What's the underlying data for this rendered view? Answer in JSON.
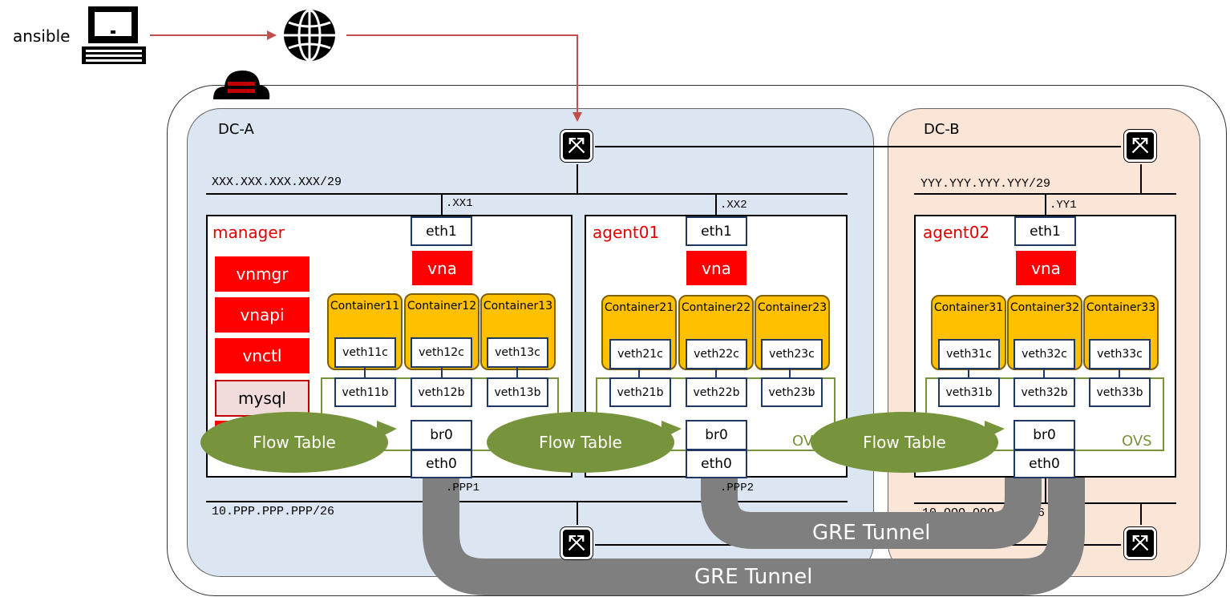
{
  "client": {
    "label": "ansible",
    "computer_icon": "computer-icon",
    "globe_icon": "globe-icon",
    "cloud_icon": "cloud-icon"
  },
  "dc_a": {
    "label": "DC-A",
    "public_net": "XXX.XXX.XXX.XXX/29",
    "private_net": "10.PPP.PPP.PPP/26",
    "hosts": {
      "manager": {
        "label": "manager",
        "eth1_addr": ".XX1",
        "eth0_addr": ".PPP1",
        "eth1": "eth1",
        "eth0": "eth0",
        "br0": "br0",
        "vna": "vna",
        "services": [
          "vnmgr",
          "vnapi",
          "vnctl",
          "mysql"
        ],
        "containers": [
          {
            "name": "Container11",
            "veth_c": "veth11c",
            "veth_b": "veth11b"
          },
          {
            "name": "Container12",
            "veth_c": "veth12c",
            "veth_b": "veth12b"
          },
          {
            "name": "Container13",
            "veth_c": "veth13c",
            "veth_b": "veth13b"
          }
        ]
      },
      "agent01": {
        "label": "agent01",
        "eth1_addr": ".XX2",
        "eth0_addr": ".PPP2",
        "eth1": "eth1",
        "eth0": "eth0",
        "br0": "br0",
        "vna": "vna",
        "ovs": "OVS",
        "containers": [
          {
            "name": "Container21",
            "veth_c": "veth21c",
            "veth_b": "veth21b"
          },
          {
            "name": "Container22",
            "veth_c": "veth22c",
            "veth_b": "veth22b"
          },
          {
            "name": "Container23",
            "veth_c": "veth23c",
            "veth_b": "veth23b"
          }
        ]
      }
    }
  },
  "dc_b": {
    "label": "DC-B",
    "public_net": "YYY.YYY.YYY.YYY/29",
    "private_net": "10.QQQ.QQQ.QQQ/26",
    "hosts": {
      "agent02": {
        "label": "agent02",
        "eth1_addr": ".YY1",
        "eth1": "eth1",
        "eth0": "eth0",
        "br0": "br0",
        "vna": "vna",
        "ovs": "OVS",
        "containers": [
          {
            "name": "Container31",
            "veth_c": "veth31c",
            "veth_b": "veth31b"
          },
          {
            "name": "Container32",
            "veth_c": "veth32c",
            "veth_b": "veth32b"
          },
          {
            "name": "Container33",
            "veth_c": "veth33c",
            "veth_b": "veth33b"
          }
        ]
      }
    }
  },
  "flow_table": "Flow Table",
  "tunnels": [
    "GRE Tunnel",
    "GRE Tunnel"
  ],
  "colors": {
    "host_label": "#e00000",
    "service": "#ff0000",
    "container": "#ffc000",
    "ovs": "#77933c",
    "tunnel": "#7f7f7f",
    "dc_a_bg": "#dce6f2",
    "dc_b_bg": "#fbe5d6",
    "arrow": "#c0504d"
  }
}
